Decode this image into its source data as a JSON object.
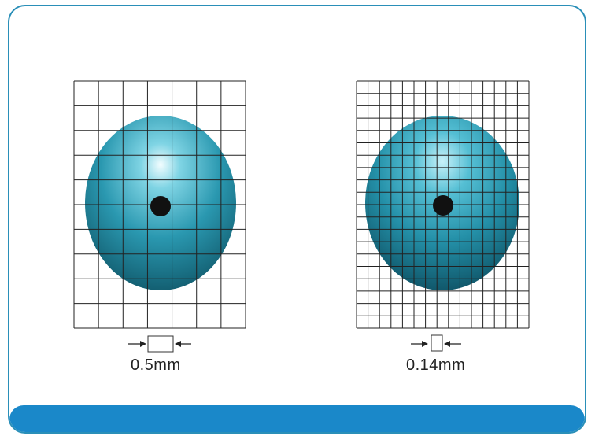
{
  "panels": [
    {
      "id": "left",
      "label": "0.5mm",
      "grid_cols": 7,
      "grid_rows": 10
    },
    {
      "id": "right",
      "label": "0.14mm",
      "grid_cols": 15,
      "grid_rows": 20
    }
  ],
  "colors": {
    "frame": "#2a8fb8",
    "bar": "#1a88c9",
    "sphere_light": "#e8fbff",
    "sphere_mid": "#2ea0b8",
    "sphere_dark": "#10586a",
    "dot": "#111111",
    "grid_line": "#222222"
  }
}
